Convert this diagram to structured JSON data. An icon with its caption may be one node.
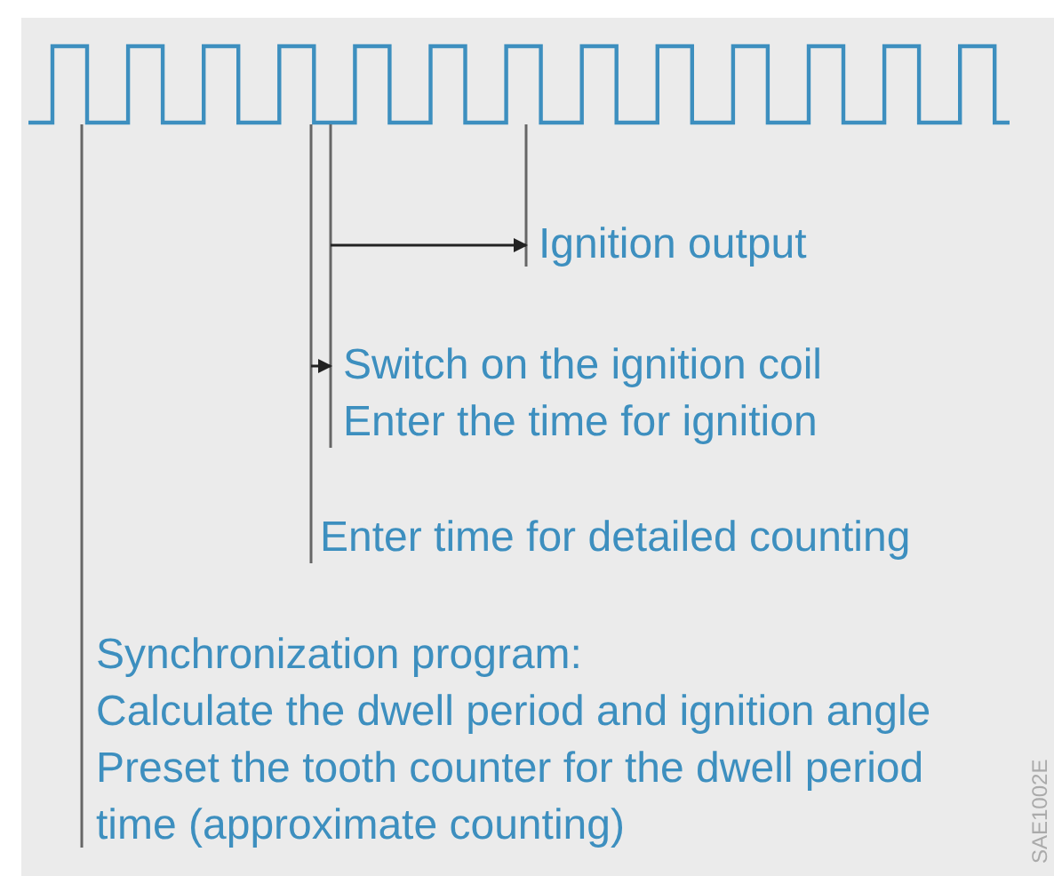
{
  "diagram": {
    "nodes": [
      {
        "text": [],
        "shape": "picture"
      },
      {
        "text": [
          "Ignition output"
        ]
      },
      {
        "text": [
          "Switch on the ignition coil",
          "Enter the time for ignition"
        ]
      },
      {
        "text": [
          "Enter time for detailed counting"
        ]
      },
      {
        "text": [
          "Synchronization program:",
          "Calculate the dwell period and ignition angle",
          "Preset the tooth counter for the dwell period time (approximate counting)"
        ]
      }
    ],
    "edges": [
      {
        "from": 0,
        "to": 1,
        "arrow": "none"
      },
      {
        "from": 0,
        "to": 2,
        "arrow": "none"
      },
      {
        "from": 0,
        "to": 3,
        "arrow": "none"
      },
      {
        "from": 0,
        "to": 4,
        "arrow": "none"
      },
      {
        "from": null,
        "to": 1,
        "arrow": "to",
        "color": "#222222"
      },
      {
        "from": null,
        "to": 2,
        "arrow": "to",
        "color": "#222222"
      }
    ],
    "labels": [
      "SAE1002E"
    ]
  }
}
